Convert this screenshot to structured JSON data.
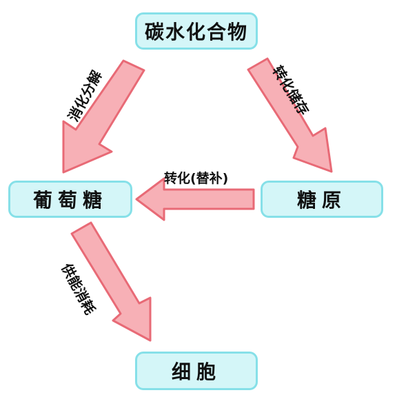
{
  "nodes": {
    "carbohydrate": "碳水化合物",
    "glucose": "葡萄糖",
    "glycogen": "糖原",
    "cell": "细胞"
  },
  "edges": {
    "carb_to_glucose": "消化分解",
    "carb_to_glycogen": "转化储存",
    "glycogen_to_glucose": "转化(替补)",
    "glucose_to_cell": "供能消耗"
  },
  "colors": {
    "node_fill": "#d4f6f8",
    "node_border": "#86e0e8",
    "arrow_fill": "#f7b0b6",
    "arrow_stroke": "#e86a76"
  }
}
